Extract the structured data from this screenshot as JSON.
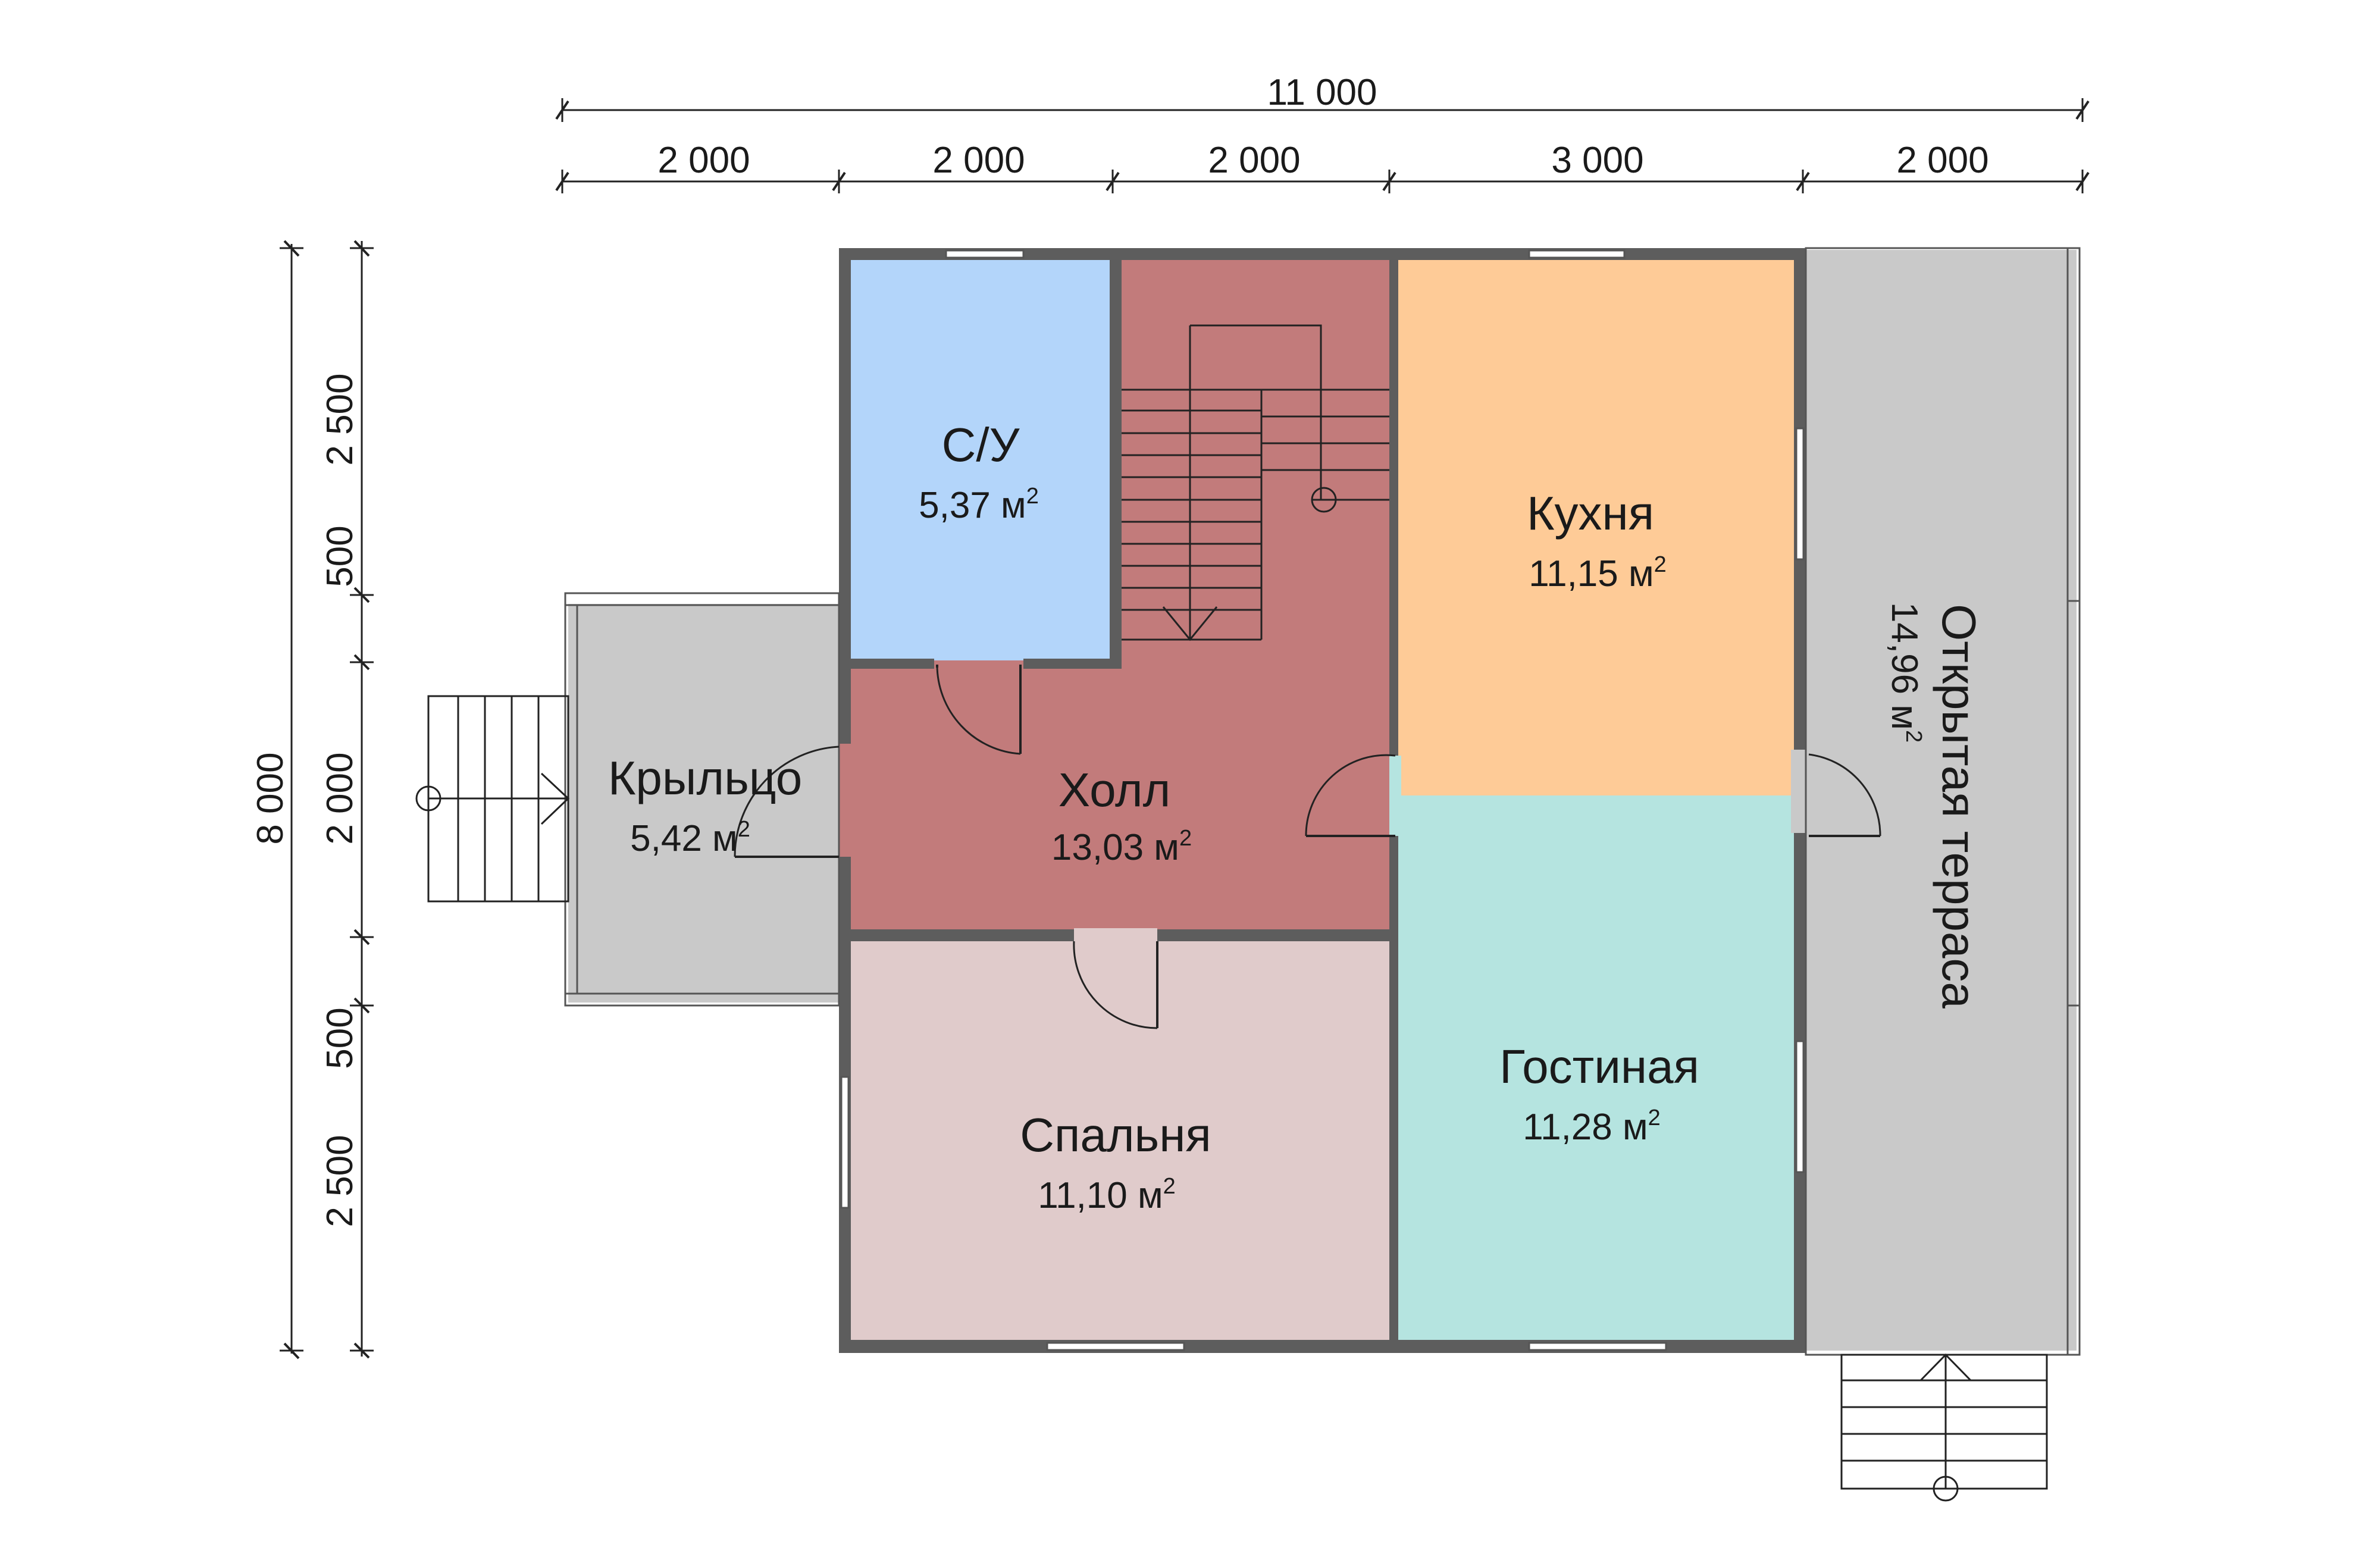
{
  "dimensions": {
    "total_width": "11 000",
    "segments": [
      "2 000",
      "2 000",
      "2 000",
      "3 000",
      "2 000"
    ],
    "total_height": "8 000",
    "vertical_segments": [
      "2 500",
      "500",
      "2 000",
      "500",
      "2 500"
    ]
  },
  "rooms": {
    "bathroom": {
      "name": "С/У",
      "area": "5,37 м",
      "sup": "2"
    },
    "hall": {
      "name": "Холл",
      "area": "13,03 м",
      "sup": "2"
    },
    "kitchen": {
      "name": "Кухня",
      "area": "11,15 м",
      "sup": "2"
    },
    "porch": {
      "name": "Крыльцо",
      "area": "5,42 м",
      "sup": "2"
    },
    "bedroom": {
      "name": "Спальня",
      "area": "11,10 м",
      "sup": "2"
    },
    "living": {
      "name": "Гостиная",
      "area": "11,28 м",
      "sup": "2"
    },
    "terrace": {
      "name": "Открытая терраса",
      "area": "14,96 м",
      "sup": "2"
    }
  },
  "colors": {
    "bathroom": "#b3d5fa",
    "hall": "#c27b7b",
    "kitchen": "#fecb97",
    "living": "#b5e4e0",
    "bedroom": "#e0cbcb",
    "terrace": "#c9c9c9",
    "porch": "#c9c9c9",
    "wall": "#5d5d5d"
  }
}
